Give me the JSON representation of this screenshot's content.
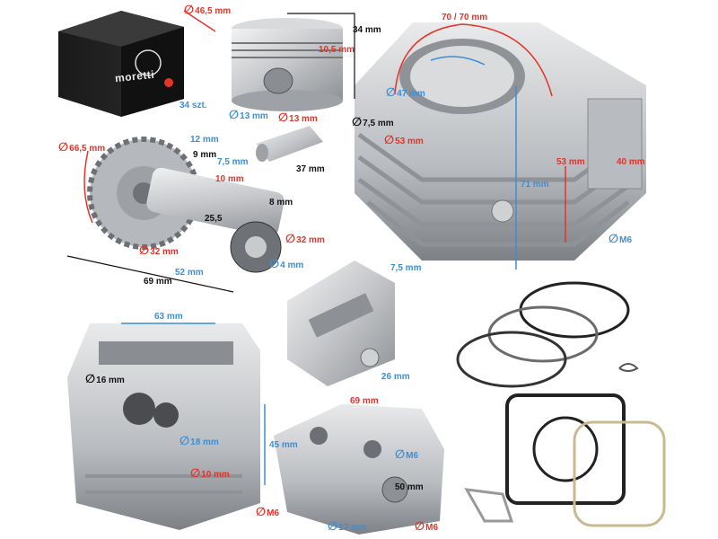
{
  "box": {
    "brand": "moretti"
  },
  "labels": {
    "piston_diameter": "46,5 mm",
    "piston_height": "34 mm",
    "piston_ring_area": "10,5 mm",
    "pin_hole": "13 mm",
    "pin_diameter": "13 mm",
    "pin_length": "37 mm",
    "cyl_bolt_spacing": "70 / 70 mm",
    "cyl_bore": "47 mm",
    "cyl_hole": "7,5 mm",
    "cyl_skirt": "53 mm",
    "cyl_height_red": "53 mm",
    "cyl_height_blue": "71 mm",
    "cyl_stud": "40 mm",
    "cyl_thread": "M6",
    "sprocket_teeth": "34 szt.",
    "sprocket_diameter": "66,5 mm",
    "cam_12": "12 mm",
    "cam_9": "9 mm",
    "cam_75": "7,5 mm",
    "cam_10": "10 mm",
    "cam_8": "8 mm",
    "cam_255": "25,5",
    "cam_32a": "32 mm",
    "cam_32b": "32 mm",
    "cam_4": "4 mm",
    "cam_52": "52 mm",
    "cam_69": "69 mm",
    "rocker_75": "7,5 mm",
    "rocker_26": "26 mm",
    "head_63": "63 mm",
    "head_16": "16 mm",
    "head_18": "18 mm",
    "head_45": "45 mm",
    "head_10": "10 mm",
    "head_m6": "M6",
    "head2_69": "69 mm",
    "head2_m6a": "M6",
    "head2_50": "50 mm",
    "head2_17": "17 mm",
    "head2_m6b": "M6"
  },
  "colors": {
    "accent_red": "#e63329",
    "accent_blue": "#3b8fd9",
    "metal": "#c9cbcd"
  }
}
